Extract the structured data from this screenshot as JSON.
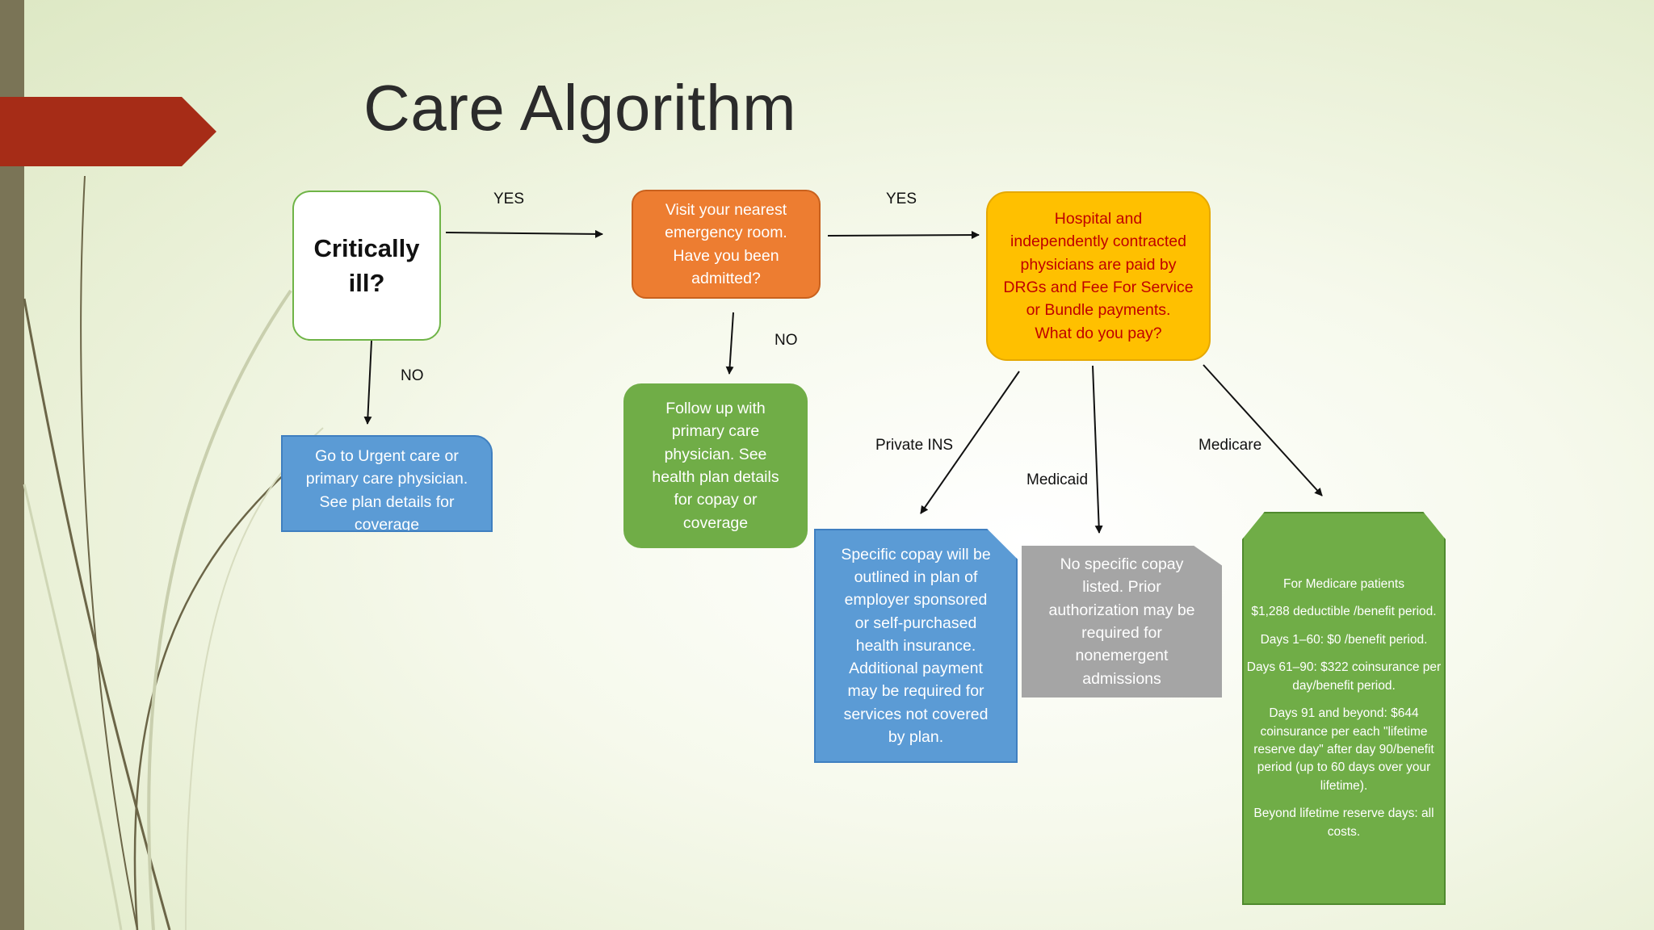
{
  "slide": {
    "title": "Care Algorithm"
  },
  "colors": {
    "left_bar": "#7a7456",
    "title_arrow": "#a62c17",
    "node_white_border": "#6fb447",
    "node_blue": "#5b9bd5",
    "node_orange": "#ed7d31",
    "node_green": "#70ad47",
    "node_yellow": "#ffc000",
    "node_yellow_text": "#c00000",
    "node_gray": "#a5a5a5"
  },
  "nodes": {
    "critical": {
      "lines": [
        "Critically",
        "ill?"
      ]
    },
    "urgent": {
      "lines": [
        "Go to Urgent care or",
        "primary care physician.",
        "See plan details for",
        "coverage"
      ]
    },
    "er": {
      "lines": [
        "Visit your nearest",
        "emergency room.",
        "Have you been",
        "admitted?"
      ]
    },
    "followup": {
      "lines": [
        "Follow up with",
        "primary care",
        "physician. See",
        "health plan details",
        "for copay or",
        "coverage"
      ]
    },
    "hospital": {
      "lines": [
        "Hospital and",
        "independently contracted",
        "physicians are paid by",
        "DRGs and Fee For Service",
        "or Bundle payments.",
        "What do you pay?"
      ]
    },
    "private": {
      "lines": [
        "Specific copay will be",
        "outlined in plan of",
        "employer sponsored",
        "or self-purchased",
        "health insurance.",
        "Additional payment",
        "may be required for",
        "services not covered",
        "by plan."
      ]
    },
    "medicaid": {
      "lines": [
        "No specific copay",
        "listed. Prior",
        "authorization may be",
        "required for",
        "nonemergent",
        "admissions"
      ]
    },
    "medicare": {
      "paragraphs": [
        "For Medicare patients",
        "$1,288 deductible /benefit period.",
        "Days 1–60: $0 /benefit period.",
        "Days 61–90: $322 coinsurance per day/benefit period.",
        "Days 91 and beyond: $644 coinsurance per each \"lifetime reserve day\" after day 90/benefit period (up to 60 days over your lifetime).",
        "Beyond lifetime reserve days: all costs."
      ]
    }
  },
  "edges": {
    "critical_yes": "YES",
    "critical_no": "NO",
    "er_yes": "YES",
    "er_no": "NO",
    "private_ins": "Private INS",
    "medicaid": "Medicaid",
    "medicare": "Medicare"
  }
}
